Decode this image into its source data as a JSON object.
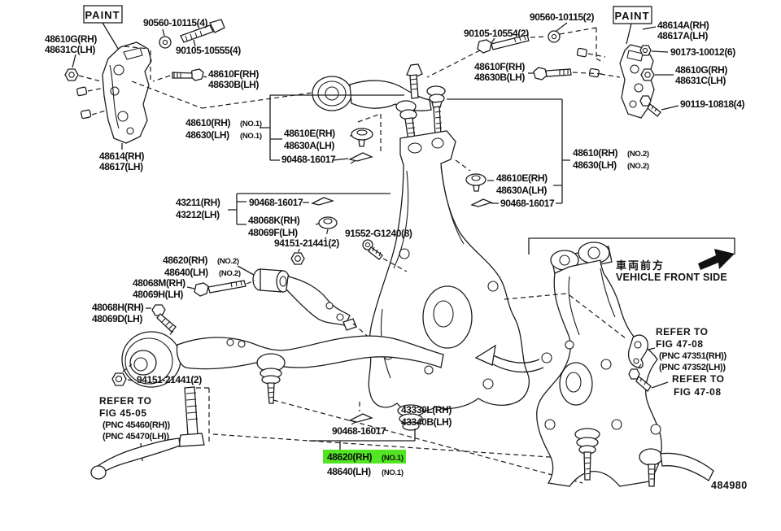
{
  "figure": {
    "code": "484980",
    "highlight_color": "#52e522",
    "line_color": "#1c1c1c"
  },
  "labels": {
    "paint": "PAINT",
    "bolt_90560_4": "90560-10115(4)",
    "bolt_90105_5": "90105-10555(4)",
    "g_left_1": "48610G(RH)",
    "g_left_2": "48631C(LH)",
    "f_left_1": "48610F(RH)",
    "f_left_2": "48630B(LH)",
    "bracket_left_1": "48614(RH)",
    "bracket_left_2": "48617(LH)",
    "arm1_1": "48610(RH)",
    "arm1_2": "48630(LH)",
    "arm1_s": "(NO.1)",
    "cam_center_1": "48610E(RH)",
    "cam_center_2": "48630A(LH)",
    "clip_a": "90468-16017",
    "bolt_90560_2": "90560-10115(2)",
    "bolt_90105_4": "90105-10554(2)",
    "bracket_right_1": "48614A(RH)",
    "bracket_right_2": "48617A(LH)",
    "nut_90173": "90173-10012(6)",
    "g_right_1": "48610G(RH)",
    "g_right_2": "48631C(LH)",
    "bolt_90119": "90119-10818(4)",
    "f_right_1": "48610F(RH)",
    "f_right_2": "48630B(LH)",
    "arm2_1": "48610(RH)",
    "arm2_2": "48630(LH)",
    "arm2_s": "(NO.2)",
    "cam_right_1": "48610E(RH)",
    "cam_right_2": "48630A(LH)",
    "clip_b": "90468-16017",
    "knuckle_1": "43211(RH)",
    "knuckle_2": "43212(LH)",
    "clip_c": "90468-16017",
    "washer_48068k_1": "48068K(RH)",
    "washer_48068k_2": "48069F(LH)",
    "nut_94151_a": "94151-21441(2)",
    "bolt_91552": "91552-G1240(8)",
    "arm3_1": "48620(RH)",
    "arm3_2": "48640(LH)",
    "arm3_s": "(NO.2)",
    "bolt_48068m_1": "48068M(RH)",
    "bolt_48068m_2": "48069H(LH)",
    "bolt_48068h_1": "48068H(RH)",
    "bolt_48068h_2": "48069D(LH)",
    "nut_94151_b": "94151-21441(2)",
    "refer45_1": "REFER TO",
    "refer45_2": "FIG 45-05",
    "refer45_3": "(PNC 45460(RH))",
    "refer45_4": "(PNC 45470(LH))",
    "clip_d": "90468-16017",
    "balljoint_1": "43330L(RH)",
    "balljoint_2": "43340B(LH)",
    "arm4_1": "48620(RH)",
    "arm4_2": "48640(LH)",
    "arm4_s": "(NO.1)",
    "front_jp": "車両前方",
    "front_en": "VEHICLE FRONT SIDE",
    "refer47a_1": "REFER TO",
    "refer47a_2": "FIG 47-08",
    "refer47a_3": "(PNC 47351(RH))",
    "refer47a_4": "(PNC 47352(LH))",
    "refer47b_1": "REFER TO",
    "refer47b_2": "FIG 47-08"
  }
}
